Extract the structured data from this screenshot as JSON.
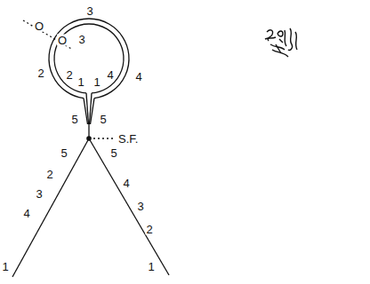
{
  "diagram": {
    "labels": [
      "3",
      "O",
      "O",
      "3",
      "2",
      "2",
      "1",
      "1",
      "4",
      "4",
      "5",
      "5",
      "S.F.",
      "5",
      "5",
      "2",
      "3",
      "4",
      "1",
      "4",
      "3",
      "2",
      "1"
    ]
  }
}
